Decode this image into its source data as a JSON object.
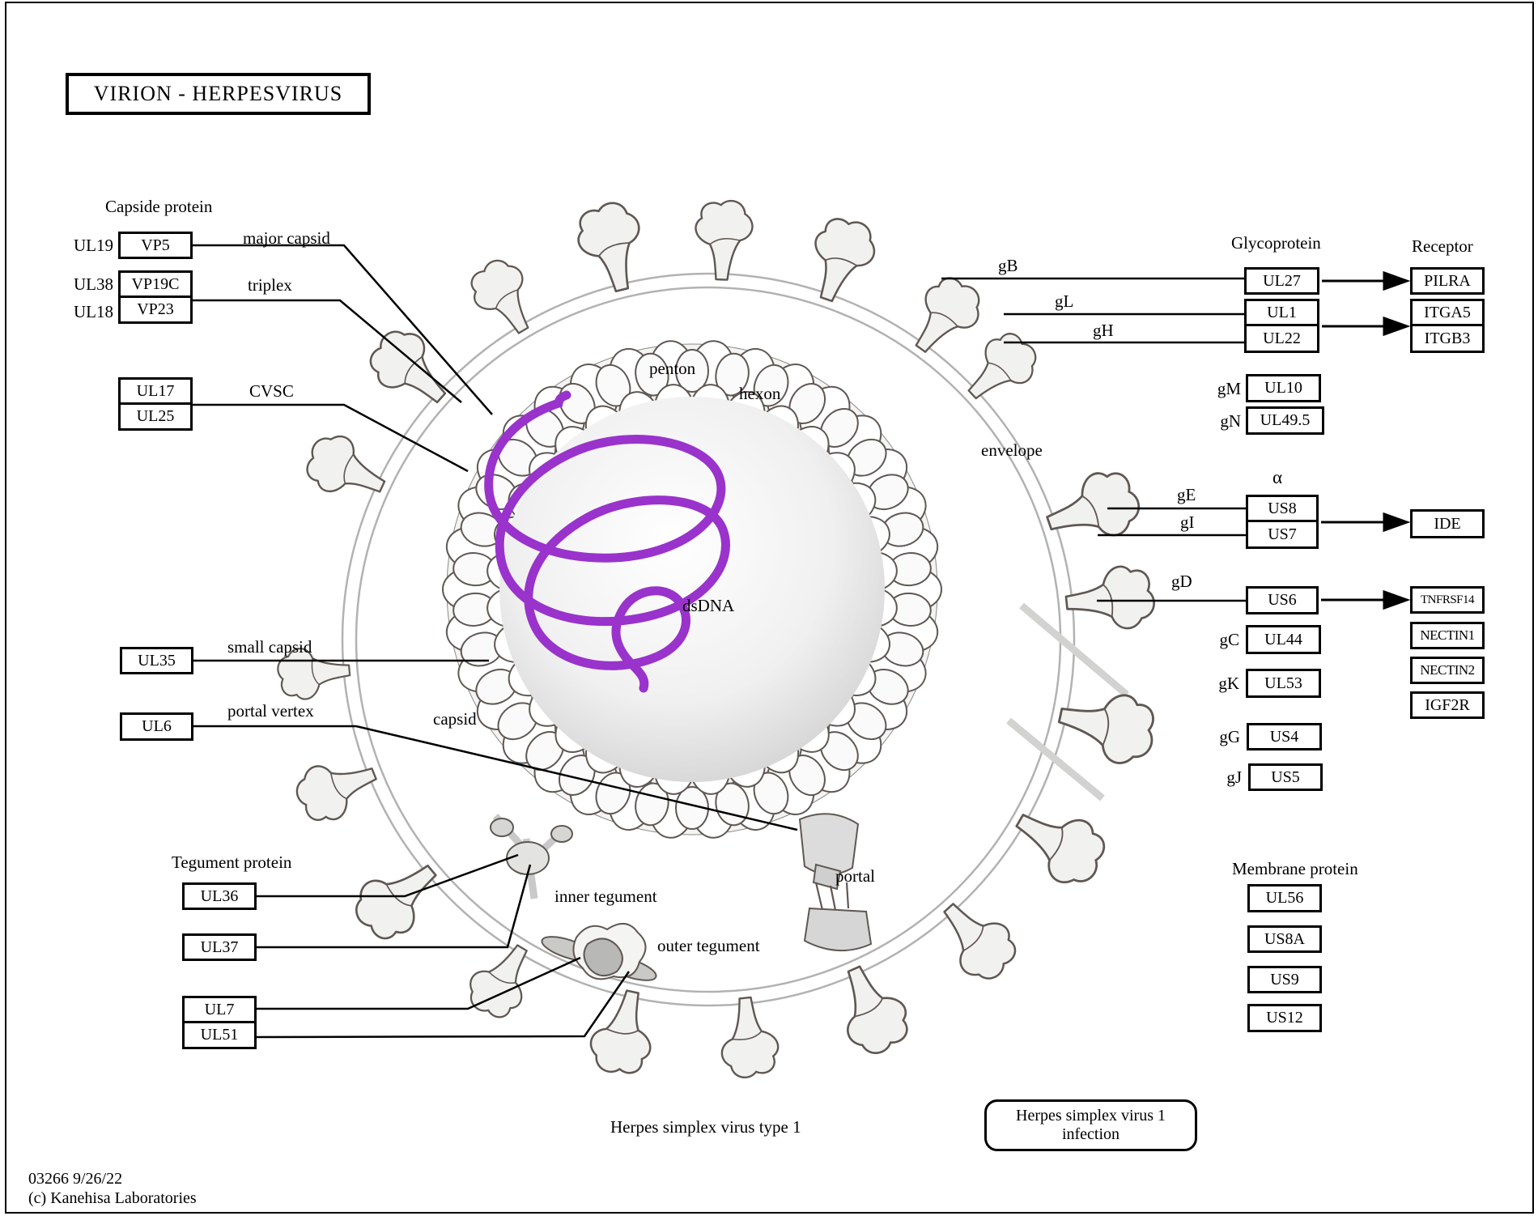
{
  "page": {
    "title": "VIRION  -  HERPESVIRUS"
  },
  "capside": {
    "heading": "Capside protein",
    "ul19": "UL19",
    "vp5": "VP5",
    "major_capsid": "major capsid",
    "ul38": "UL38",
    "vp19c": "VP19C",
    "triplex": "triplex",
    "ul18": "UL18",
    "vp23": "VP23",
    "ul17": "UL17",
    "ul25": "UL25",
    "cvsc": "CVSC",
    "ul35": "UL35",
    "small_capsid": "small capsid",
    "ul6": "UL6",
    "portal_vertex": "portal vertex"
  },
  "tegument": {
    "heading": "Tegument protein",
    "ul36": "UL36",
    "ul37": "UL37",
    "ul7": "UL7",
    "ul51": "UL51"
  },
  "membrane": {
    "heading": "Membrane protein",
    "ul56": "UL56",
    "us8a": "US8A",
    "us9": "US9",
    "us12": "US12"
  },
  "glyco": {
    "heading": "Glycoprotein",
    "receptor_heading": "Receptor",
    "gb": "gB",
    "ul27": "UL27",
    "pilra": "PILRA",
    "gl": "gL",
    "ul1": "UL1",
    "gh": "gH",
    "ul22": "UL22",
    "itga5": "ITGA5",
    "itgb3": "ITGB3",
    "gm": "gM",
    "ul10": "UL10",
    "gn": "gN",
    "ul49_5": "UL49.5",
    "alpha": "α",
    "ge": "gE",
    "us8": "US8",
    "gi": "gI",
    "us7": "US7",
    "ide": "IDE",
    "gd": "gD",
    "us6": "US6",
    "tnfrsf14": "TNFRSF14",
    "nectin1": "NECTIN1",
    "nectin2": "NECTIN2",
    "igf2r": "IGF2R",
    "gc": "gC",
    "ul44": "UL44",
    "gk": "gK",
    "ul53": "UL53",
    "gg": "gG",
    "us4": "US4",
    "gj": "gJ",
    "us5": "US5"
  },
  "virion": {
    "envelope": "envelope",
    "penton": "penton",
    "hexon": "hexon",
    "dsdna": "dsDNA",
    "capsid": "capsid",
    "portal": "portal",
    "inner_tegument": "inner tegument",
    "outer_tegument": "outer tegument"
  },
  "bottom": {
    "organism": "Herpes simplex virus type 1",
    "infection_box_line1": "Herpes simplex virus 1",
    "infection_box_line2": "infection"
  },
  "footer": {
    "id_date": "03266 9/26/22",
    "copyright": "(c) Kanehisa Laboratories"
  },
  "colors": {
    "dna_purple": "#9933cc",
    "membrane_gray": "#b2b2b2",
    "outline_gray": "#5f5753",
    "spike_fill": "#f1f1ef",
    "core_edge_gray": "#c3c3c3"
  }
}
